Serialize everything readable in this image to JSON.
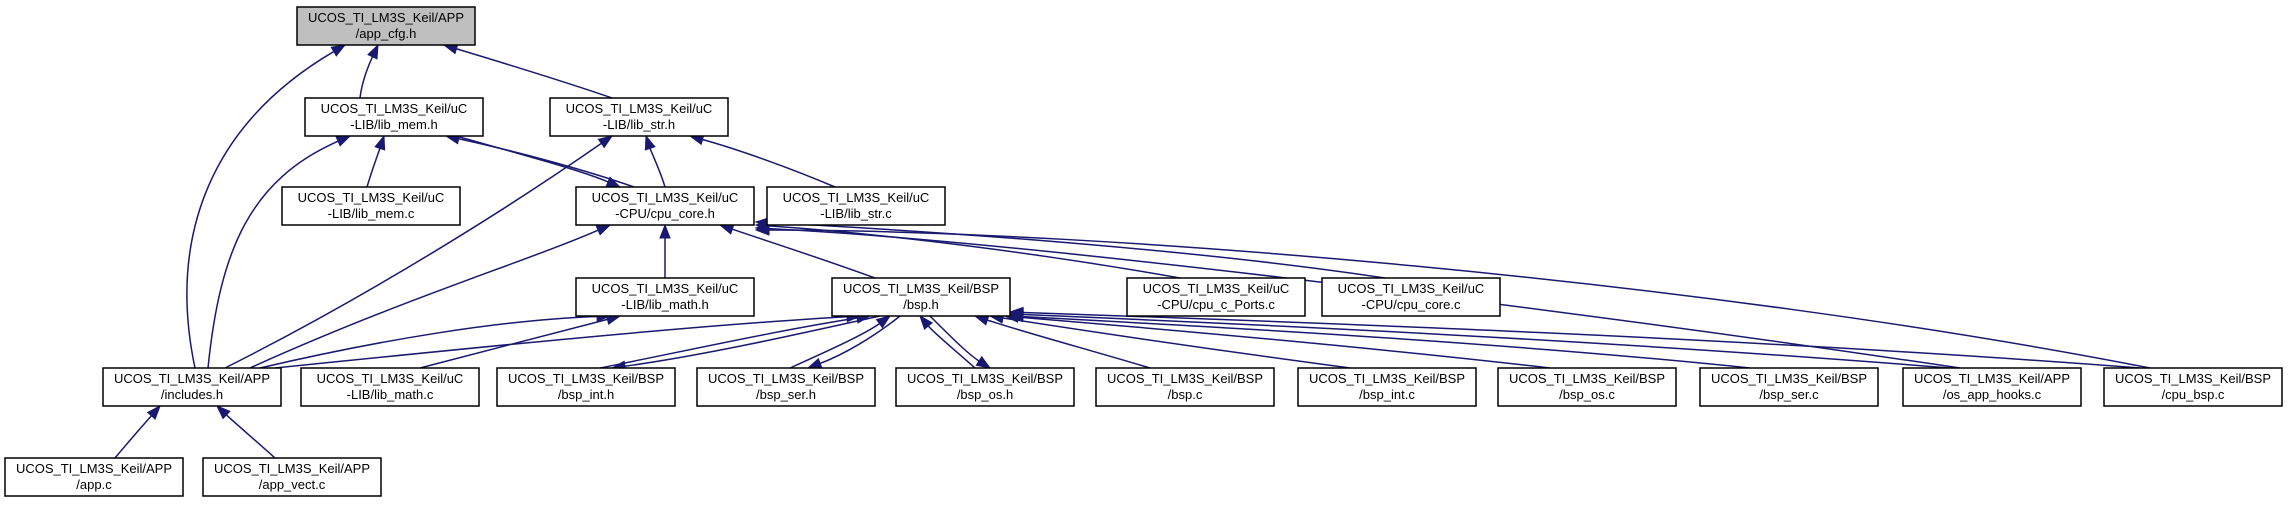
{
  "colors": {
    "edge": "#191970",
    "root_fill": "#bfbfbf",
    "node_fill": "#ffffff",
    "node_border": "#000000"
  },
  "graph": {
    "nodes": [
      {
        "id": "app_cfg_h",
        "line1": "UCOS_TI_LM3S_Keil/APP",
        "line2": "/app_cfg.h",
        "root": true
      },
      {
        "id": "lib_mem_h",
        "line1": "UCOS_TI_LM3S_Keil/uC",
        "line2": "-LIB/lib_mem.h"
      },
      {
        "id": "lib_str_h",
        "line1": "UCOS_TI_LM3S_Keil/uC",
        "line2": "-LIB/lib_str.h"
      },
      {
        "id": "lib_mem_c",
        "line1": "UCOS_TI_LM3S_Keil/uC",
        "line2": "-LIB/lib_mem.c"
      },
      {
        "id": "cpu_core_h",
        "line1": "UCOS_TI_LM3S_Keil/uC",
        "line2": "-CPU/cpu_core.h"
      },
      {
        "id": "lib_str_c",
        "line1": "UCOS_TI_LM3S_Keil/uC",
        "line2": "-LIB/lib_str.c"
      },
      {
        "id": "lib_math_h",
        "line1": "UCOS_TI_LM3S_Keil/uC",
        "line2": "-LIB/lib_math.h"
      },
      {
        "id": "bsp_h",
        "line1": "UCOS_TI_LM3S_Keil/BSP",
        "line2": "/bsp.h"
      },
      {
        "id": "cpu_c_ports_c",
        "line1": "UCOS_TI_LM3S_Keil/uC",
        "line2": "-CPU/cpu_c_Ports.c"
      },
      {
        "id": "cpu_core_c",
        "line1": "UCOS_TI_LM3S_Keil/uC",
        "line2": "-CPU/cpu_core.c"
      },
      {
        "id": "includes_h",
        "line1": "UCOS_TI_LM3S_Keil/APP",
        "line2": "/includes.h"
      },
      {
        "id": "lib_math_c",
        "line1": "UCOS_TI_LM3S_Keil/uC",
        "line2": "-LIB/lib_math.c"
      },
      {
        "id": "bsp_int_h",
        "line1": "UCOS_TI_LM3S_Keil/BSP",
        "line2": "/bsp_int.h"
      },
      {
        "id": "bsp_ser_h",
        "line1": "UCOS_TI_LM3S_Keil/BSP",
        "line2": "/bsp_ser.h"
      },
      {
        "id": "bsp_os_h",
        "line1": "UCOS_TI_LM3S_Keil/BSP",
        "line2": "/bsp_os.h"
      },
      {
        "id": "bsp_c",
        "line1": "UCOS_TI_LM3S_Keil/BSP",
        "line2": "/bsp.c"
      },
      {
        "id": "bsp_int_c",
        "line1": "UCOS_TI_LM3S_Keil/BSP",
        "line2": "/bsp_int.c"
      },
      {
        "id": "bsp_os_c",
        "line1": "UCOS_TI_LM3S_Keil/BSP",
        "line2": "/bsp_os.c"
      },
      {
        "id": "bsp_ser_c",
        "line1": "UCOS_TI_LM3S_Keil/BSP",
        "line2": "/bsp_ser.c"
      },
      {
        "id": "os_app_hooks_c",
        "line1": "UCOS_TI_LM3S_Keil/APP",
        "line2": "/os_app_hooks.c"
      },
      {
        "id": "cpu_bsp_c",
        "line1": "UCOS_TI_LM3S_Keil/BSP",
        "line2": "/cpu_bsp.c"
      },
      {
        "id": "app_c",
        "line1": "UCOS_TI_LM3S_Keil/APP",
        "line2": "/app.c"
      },
      {
        "id": "app_vect_c",
        "line1": "UCOS_TI_LM3S_Keil/APP",
        "line2": "/app_vect.c"
      }
    ],
    "edges": [
      {
        "from": "lib_mem_h",
        "to": "app_cfg_h"
      },
      {
        "from": "lib_str_h",
        "to": "app_cfg_h"
      },
      {
        "from": "includes_h",
        "to": "app_cfg_h"
      },
      {
        "from": "lib_mem_c",
        "to": "lib_mem_h"
      },
      {
        "from": "cpu_core_h",
        "to": "lib_mem_h"
      },
      {
        "from": "includes_h",
        "to": "lib_mem_h"
      },
      {
        "from": "lib_mem_h",
        "to": "cpu_core_h"
      },
      {
        "from": "cpu_core_h",
        "to": "lib_str_h"
      },
      {
        "from": "lib_str_c",
        "to": "lib_str_h"
      },
      {
        "from": "includes_h",
        "to": "lib_str_h"
      },
      {
        "from": "lib_math_h",
        "to": "cpu_core_h"
      },
      {
        "from": "bsp_h",
        "to": "cpu_core_h"
      },
      {
        "from": "cpu_c_ports_c",
        "to": "cpu_core_h"
      },
      {
        "from": "cpu_core_c",
        "to": "cpu_core_h"
      },
      {
        "from": "includes_h",
        "to": "cpu_core_h"
      },
      {
        "from": "os_app_hooks_c",
        "to": "cpu_core_h"
      },
      {
        "from": "cpu_bsp_c",
        "to": "cpu_core_h"
      },
      {
        "from": "includes_h",
        "to": "lib_math_h"
      },
      {
        "from": "lib_math_c",
        "to": "lib_math_h"
      },
      {
        "from": "includes_h",
        "to": "bsp_h"
      },
      {
        "from": "bsp_int_h",
        "to": "bsp_h"
      },
      {
        "from": "bsp_h",
        "to": "bsp_int_h"
      },
      {
        "from": "bsp_ser_h",
        "to": "bsp_h"
      },
      {
        "from": "bsp_h",
        "to": "bsp_ser_h"
      },
      {
        "from": "bsp_os_h",
        "to": "bsp_h"
      },
      {
        "from": "bsp_h",
        "to": "bsp_os_h"
      },
      {
        "from": "bsp_c",
        "to": "bsp_h"
      },
      {
        "from": "bsp_int_c",
        "to": "bsp_h"
      },
      {
        "from": "bsp_os_c",
        "to": "bsp_h"
      },
      {
        "from": "bsp_ser_c",
        "to": "bsp_h"
      },
      {
        "from": "os_app_hooks_c",
        "to": "bsp_h"
      },
      {
        "from": "cpu_bsp_c",
        "to": "bsp_h"
      },
      {
        "from": "app_c",
        "to": "includes_h"
      },
      {
        "from": "app_vect_c",
        "to": "includes_h"
      }
    ]
  }
}
